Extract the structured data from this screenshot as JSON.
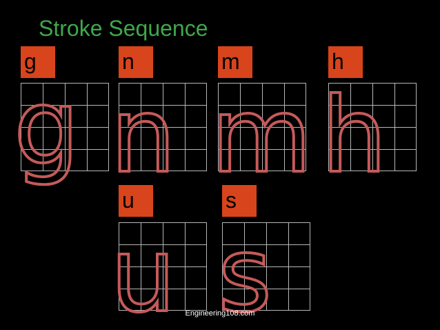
{
  "slide": {
    "title": "Stroke Sequence",
    "footer": "Engineering108.com"
  },
  "colors": {
    "background": "#000000",
    "title": "#3fa84a",
    "badge": "#d8441c",
    "stroke": "#c55a5a",
    "grid": "#b8b8b8"
  },
  "letters": [
    {
      "label": "g",
      "glyph": "g"
    },
    {
      "label": "n",
      "glyph": "n"
    },
    {
      "label": "m",
      "glyph": "m"
    },
    {
      "label": "h",
      "glyph": "h"
    },
    {
      "label": "u",
      "glyph": "u"
    },
    {
      "label": "s",
      "glyph": "s"
    }
  ]
}
